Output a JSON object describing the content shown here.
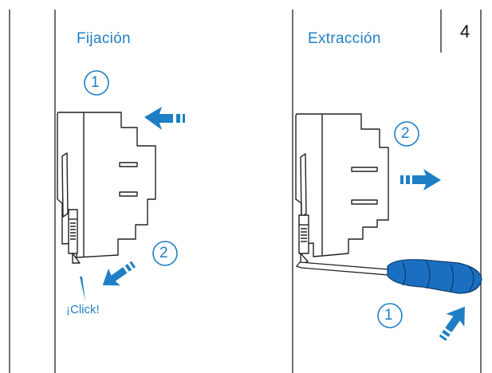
{
  "panels": {
    "left_title": "Fijación",
    "right_title": "Extracción",
    "page_number": "4",
    "click_label": "¡Click!"
  },
  "steps": {
    "left_step1": "1",
    "left_step2": "2",
    "right_step1": "1",
    "right_step2": "2"
  },
  "colors": {
    "accent": "#1f7fc4",
    "line": "#222222",
    "screwdriver_blue": "#1a6fc0"
  },
  "icons": [
    "arrow-in-icon",
    "arrow-down-left-icon",
    "arrow-out-icon",
    "arrow-up-right-icon",
    "screwdriver-icon"
  ]
}
